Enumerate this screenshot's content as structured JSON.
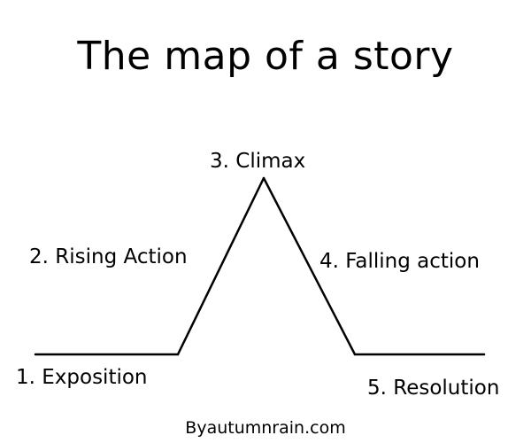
{
  "title": "The map of a story",
  "stages": {
    "exposition": "1. Exposition",
    "rising_action": "2. Rising Action",
    "climax": "3. Climax",
    "falling_action": "4. Falling action",
    "resolution": "5. Resolution"
  },
  "credit": "Byautumnrain.com",
  "colors": {
    "background": "#ffffff",
    "ink": "#000000"
  }
}
